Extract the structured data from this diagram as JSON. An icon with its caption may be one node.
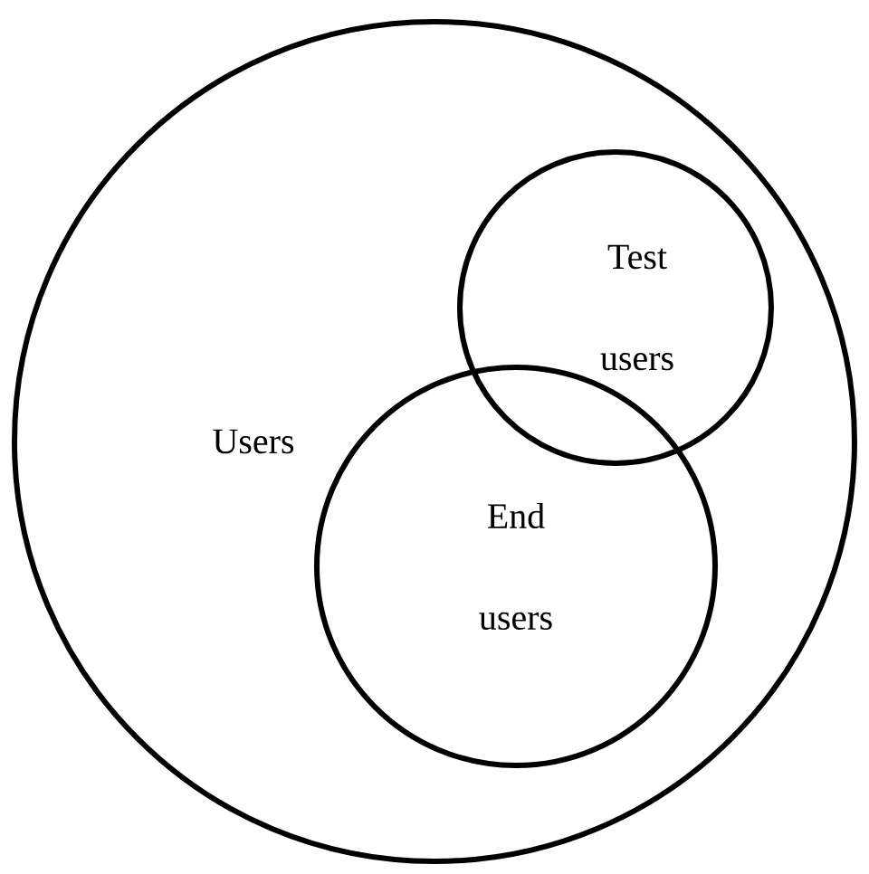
{
  "diagram": {
    "nodes": [
      {
        "text": [
          "Users"
        ]
      },
      {
        "text": [
          "Test users"
        ],
        "in": 0
      },
      {
        "text": [
          "End users"
        ],
        "in": 0
      }
    ]
  }
}
